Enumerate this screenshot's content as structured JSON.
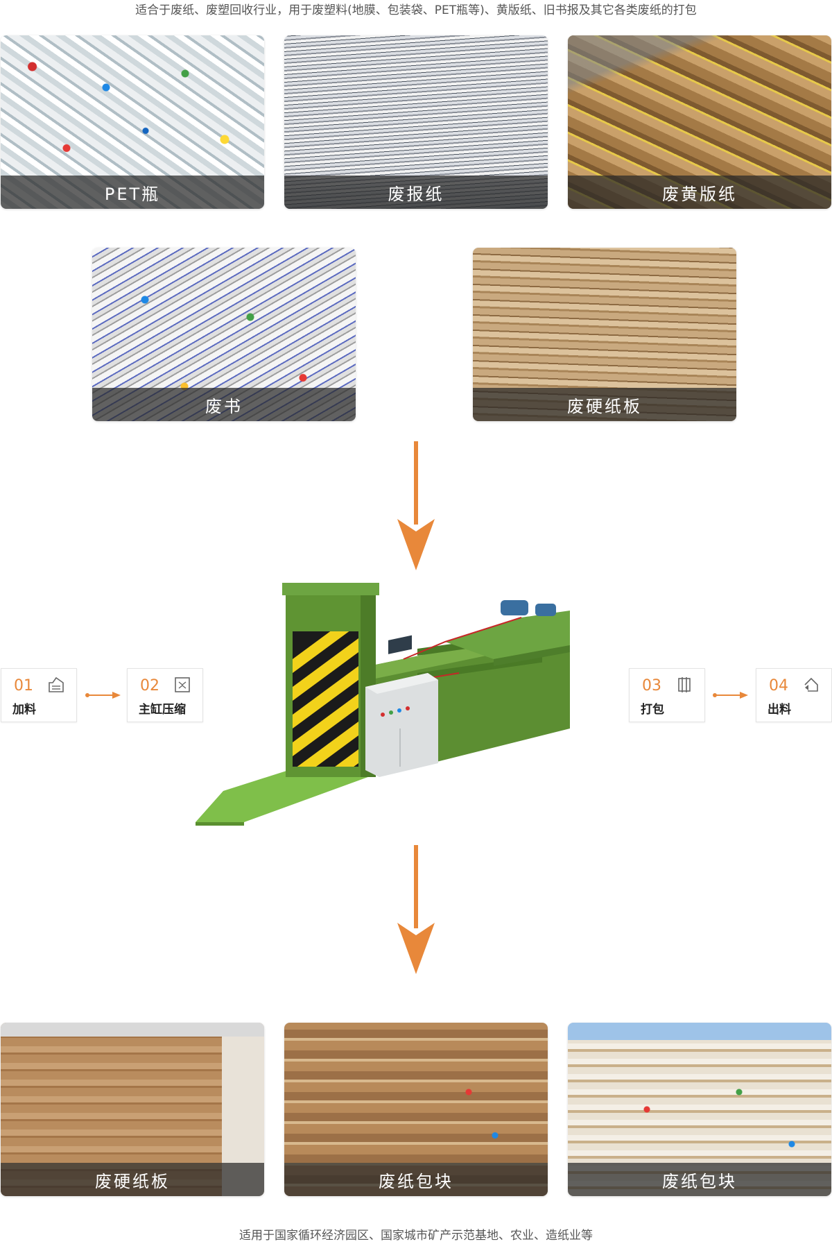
{
  "intro": "适合于废纸、废塑回收行业，用于废塑料(地膜、包装袋、PET瓶等)、黄版纸、旧书报及其它各类废纸的打包",
  "inputs": [
    {
      "label": "PET瓶"
    },
    {
      "label": "废报纸"
    },
    {
      "label": "废黄版纸"
    },
    {
      "label": "废书"
    },
    {
      "label": "废硬纸板"
    }
  ],
  "process": [
    {
      "num": "01",
      "label": "加料"
    },
    {
      "num": "02",
      "label": "主缸压缩"
    },
    {
      "num": "03",
      "label": "打包"
    },
    {
      "num": "04",
      "label": "出料"
    }
  ],
  "outputs": [
    {
      "label": "废硬纸板"
    },
    {
      "label": "废纸包块"
    },
    {
      "label": "废纸包块"
    }
  ],
  "footer": "适用于国家循环经济园区、国家城市矿产示范基地、农业、造纸业等",
  "colors": {
    "accent": "#e8883a",
    "machine_green": "#6b9a3a",
    "caption_bar": "#282828"
  }
}
